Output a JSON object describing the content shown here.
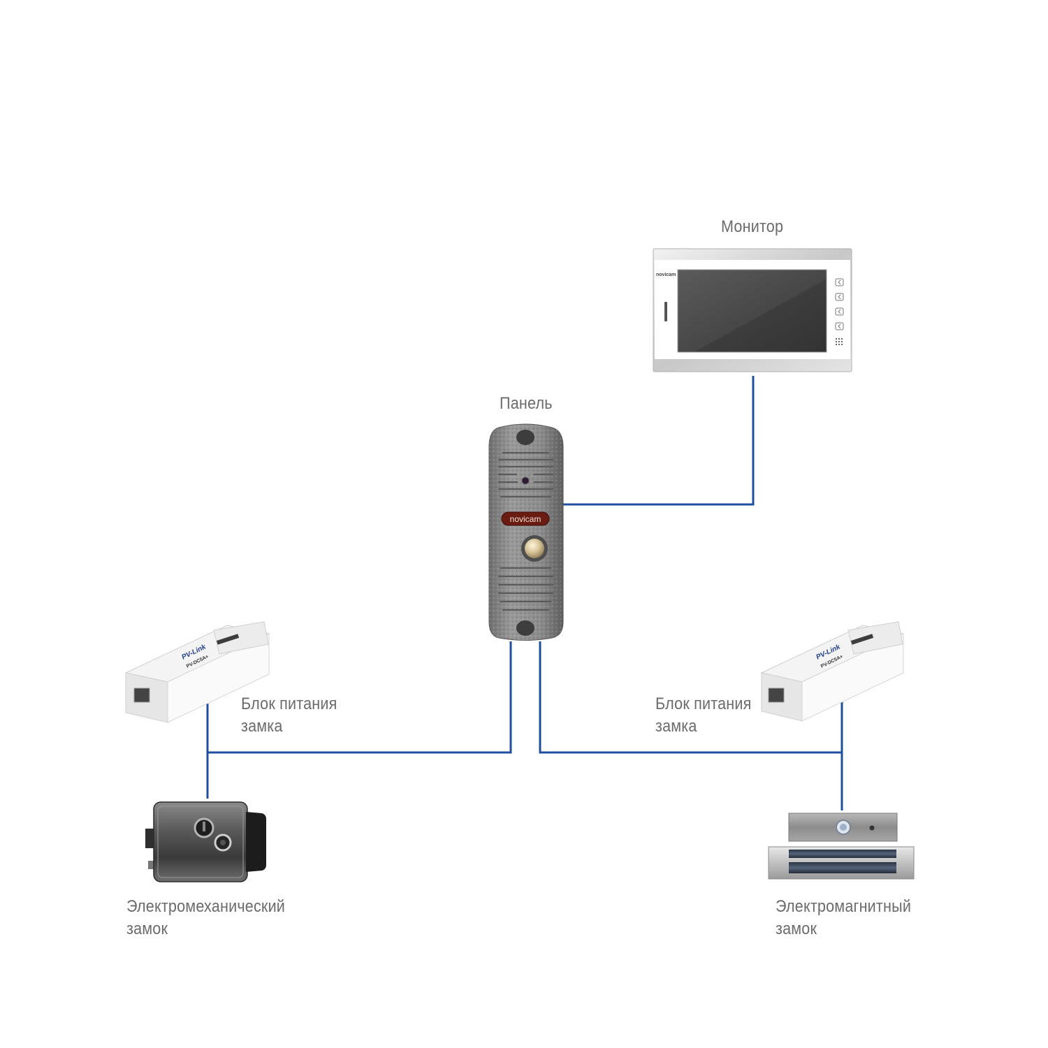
{
  "colors": {
    "wire": "#1f4f9c",
    "label": "#6b6b6b",
    "background": "#ffffff"
  },
  "labels": {
    "monitor": "Монитор",
    "panel": "Панель",
    "psu_left_line1": "Блок питания",
    "psu_left_line2": "замка",
    "psu_right_line1": "Блок питания",
    "psu_right_line2": "замка",
    "lock_left_line1": "Электромеханический",
    "lock_left_line2": "замок",
    "lock_right_line1": "Электромагнитный",
    "lock_right_line2": "замок"
  },
  "brands": {
    "monitor_logo": "novicam",
    "panel_logo": "novicam",
    "psu_logo": "PV-Link",
    "psu_model": "PV-DC5A+"
  },
  "icons": {
    "monitor": "video-monitor-icon",
    "panel": "door-call-panel-icon",
    "psu": "power-supply-icon",
    "electromechanical_lock": "electromechanical-lock-icon",
    "electromagnetic_lock": "electromagnetic-lock-icon"
  }
}
